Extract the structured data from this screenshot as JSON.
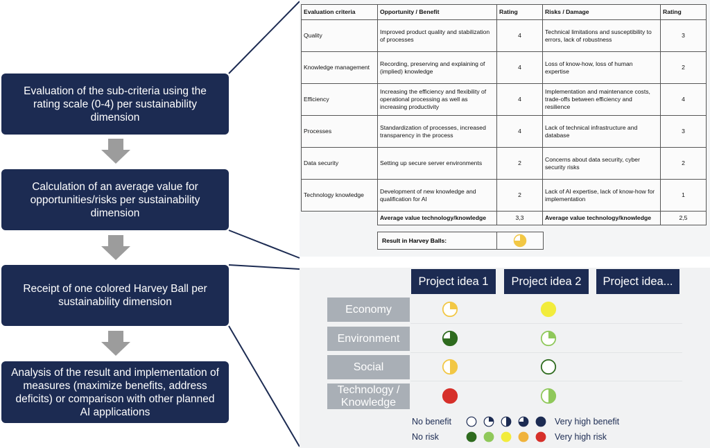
{
  "flow": {
    "steps": [
      "Evaluation of the sub-criteria using the rating scale (0-4) per sustainability dimension",
      "Calculation of an average value for opportunities/risks per sustainability dimension",
      "Receipt of one colored Harvey Ball per sustainability dimension",
      "Analysis of the result and implementation of measures (maximize benefits, address deficits) or comparison with other planned AI applications"
    ]
  },
  "table": {
    "headers": [
      "Evaluation criteria",
      "Opportunity / Benefit",
      "Rating",
      "Risks / Damage",
      "Rating"
    ],
    "rows": [
      {
        "criterion": "Quality",
        "opportunity": "Improved product quality and stabilization of processes",
        "opp_rating": "4",
        "risk": "Technical limitations and susceptibility to errors, lack of robustness",
        "risk_rating": "3"
      },
      {
        "criterion": "Knowledge management",
        "opportunity": "Recording, preserving and explaining of (implied) knowledge",
        "opp_rating": "4",
        "risk": "Loss of know-how, loss of human expertise",
        "risk_rating": "2"
      },
      {
        "criterion": "Efficiency",
        "opportunity": "Increasing the efficiency and flexibility of operational processing as well as increasing productivity",
        "opp_rating": "4",
        "risk": "Implementation and maintenance costs, trade-offs between efficiency and resilience",
        "risk_rating": "4"
      },
      {
        "criterion": "Processes",
        "opportunity": "Standardization of processes, increased transparency in the process",
        "opp_rating": "4",
        "risk": "Lack of technical infrastructure and database",
        "risk_rating": "3"
      },
      {
        "criterion": "Data security",
        "opportunity": "Setting up secure server environments",
        "opp_rating": "2",
        "risk": "Concerns about data security, cyber security risks",
        "risk_rating": "2"
      },
      {
        "criterion": "Technology knowledge",
        "opportunity": "Development of new knowledge and qualification for AI",
        "opp_rating": "2",
        "risk": " Lack of AI expertise, lack of know-how for implementation",
        "risk_rating": "1"
      }
    ],
    "avg_opp_label": "Average value technology/knowledge",
    "avg_opp_value": "3,3",
    "avg_risk_label": "Average value technology/knowledge",
    "avg_risk_value": "2,5",
    "result_label": "Result in Harvey Balls:",
    "result_ball": {
      "fill": 0.75,
      "color": "#f2c744"
    }
  },
  "matrix": {
    "projects": [
      "Project idea 1",
      "Project idea 2",
      "Project idea..."
    ],
    "dimensions": [
      "Economy",
      "Environment",
      "Social",
      "Technology / Knowledge"
    ],
    "balls": [
      [
        {
          "fill": 0.25,
          "color": "#f2c744"
        },
        {
          "fill": 1.0,
          "color": "#f2ec3c"
        }
      ],
      [
        {
          "fill": 0.75,
          "color": "#2e6b1e"
        },
        {
          "fill": 0.25,
          "color": "#8fc85a"
        }
      ],
      [
        {
          "fill": 0.5,
          "color": "#f2c744"
        },
        {
          "fill": 0.0,
          "color": "#2e6b1e"
        }
      ],
      [
        {
          "fill": 1.0,
          "color": "#d6302a"
        },
        {
          "fill": 0.5,
          "color": "#8fc85a"
        }
      ]
    ],
    "legend": {
      "benefit_low": "No benefit",
      "benefit_high": "Very high benefit",
      "benefit_fills": [
        0,
        0.25,
        0.5,
        0.75,
        1
      ],
      "benefit_color": "#1c2b52",
      "risk_low": "No risk",
      "risk_high": "Very high risk",
      "risk_colors": [
        "#2e6b1e",
        "#8fc85a",
        "#f2ec3c",
        "#f0b33c",
        "#d6302a"
      ]
    }
  }
}
